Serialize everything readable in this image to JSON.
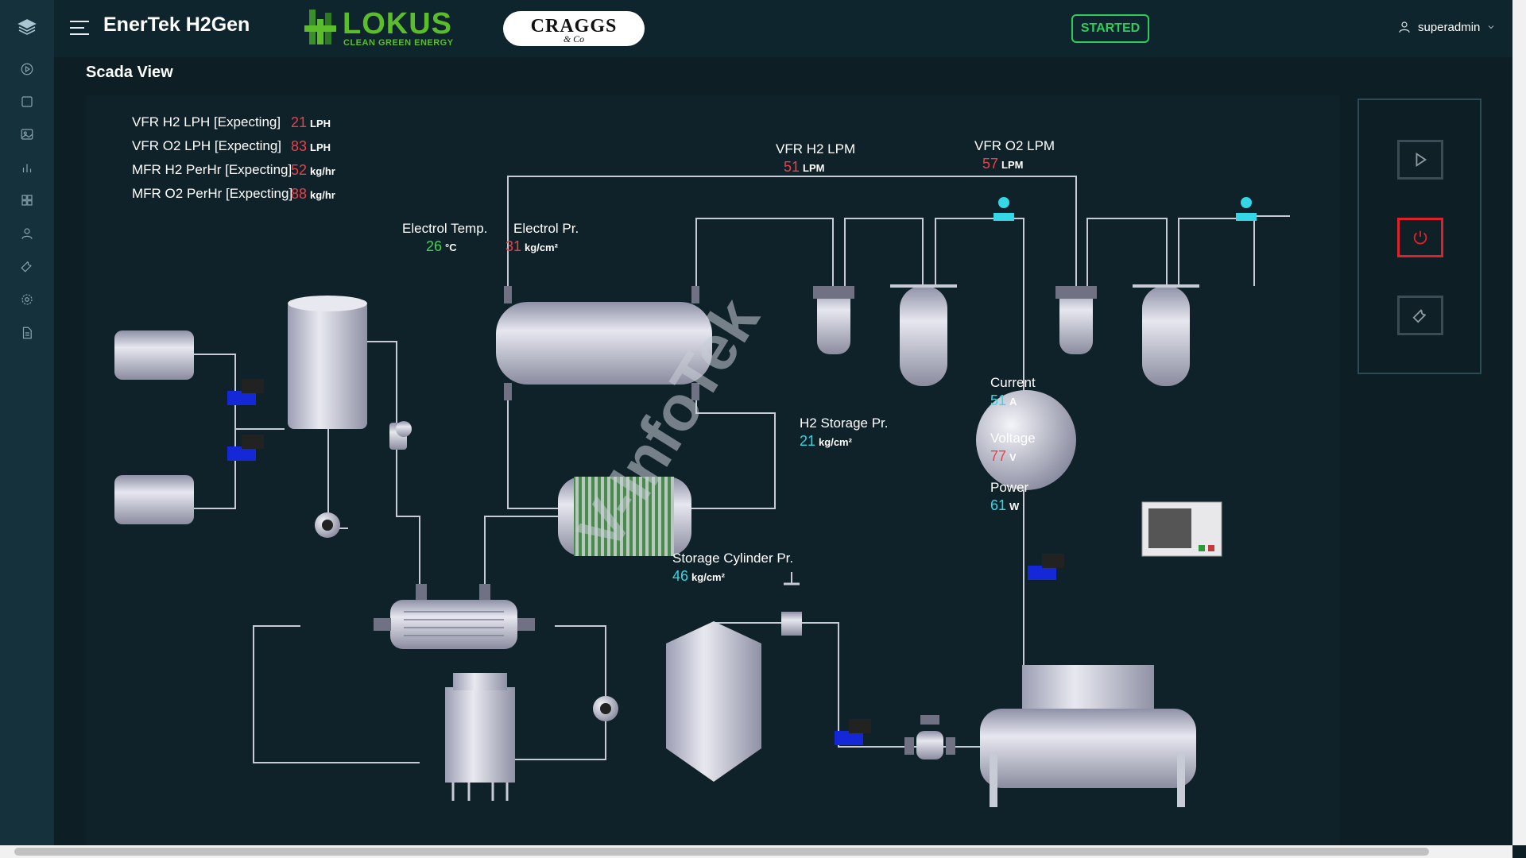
{
  "header": {
    "app_title": "EnerTek H2Gen",
    "lokus": {
      "name": "LOKUS",
      "tagline": "CLEAN GREEN ENERGY"
    },
    "craggs": {
      "name": "CRAGGS",
      "sub": "& Co"
    },
    "status": "STARTED",
    "user": "superadmin"
  },
  "sidebar": {
    "items": [
      "layers-icon",
      "play-circle-icon",
      "square-icon",
      "image-icon",
      "bar-chart-icon",
      "grid-icon",
      "user-icon",
      "wrench-icon",
      "gear-icon",
      "document-icon"
    ]
  },
  "page": {
    "title": "Scada View"
  },
  "readings": {
    "vfr_h2_lph": {
      "label": "VFR H2 LPH [Expecting]",
      "value": "21",
      "unit": "LPH"
    },
    "vfr_o2_lph": {
      "label": "VFR O2 LPH [Expecting]",
      "value": "83",
      "unit": "LPH"
    },
    "mfr_h2": {
      "label": "MFR H2 PerHr [Expecting]",
      "value": "52",
      "unit": "kg/hr"
    },
    "mfr_o2": {
      "label": "MFR O2 PerHr [Expecting]",
      "value": "88",
      "unit": "kg/hr"
    },
    "electrol_temp": {
      "label": "Electrol Temp.",
      "value": "26",
      "unit": "°C"
    },
    "electrol_pr": {
      "label": "Electrol Pr.",
      "value": "31",
      "unit": "kg/cm²"
    },
    "vfr_h2_lpm": {
      "label": "VFR H2 LPM",
      "value": "51",
      "unit": "LPM"
    },
    "vfr_o2_lpm": {
      "label": "VFR O2 LPM",
      "value": "57",
      "unit": "LPM"
    },
    "h2_storage_pr": {
      "label": "H2 Storage Pr.",
      "value": "21",
      "unit": "kg/cm²"
    },
    "storage_cyl_pr": {
      "label": "Storage Cylinder Pr.",
      "value": "46",
      "unit": "kg/cm²"
    },
    "current": {
      "label": "Current",
      "value": "51",
      "unit": "A"
    },
    "voltage": {
      "label": "Voltage",
      "value": "77",
      "unit": "V"
    },
    "power": {
      "label": "Power",
      "value": "61",
      "unit": "W"
    }
  },
  "watermark": "V-InfoTek",
  "controls": {
    "buttons": [
      "play-icon",
      "power-icon",
      "wrench-icon"
    ]
  },
  "colors": {
    "alarm": "#e8414a",
    "ok": "#39d653",
    "info": "#34d7e6",
    "started": "#2ecc5a"
  }
}
